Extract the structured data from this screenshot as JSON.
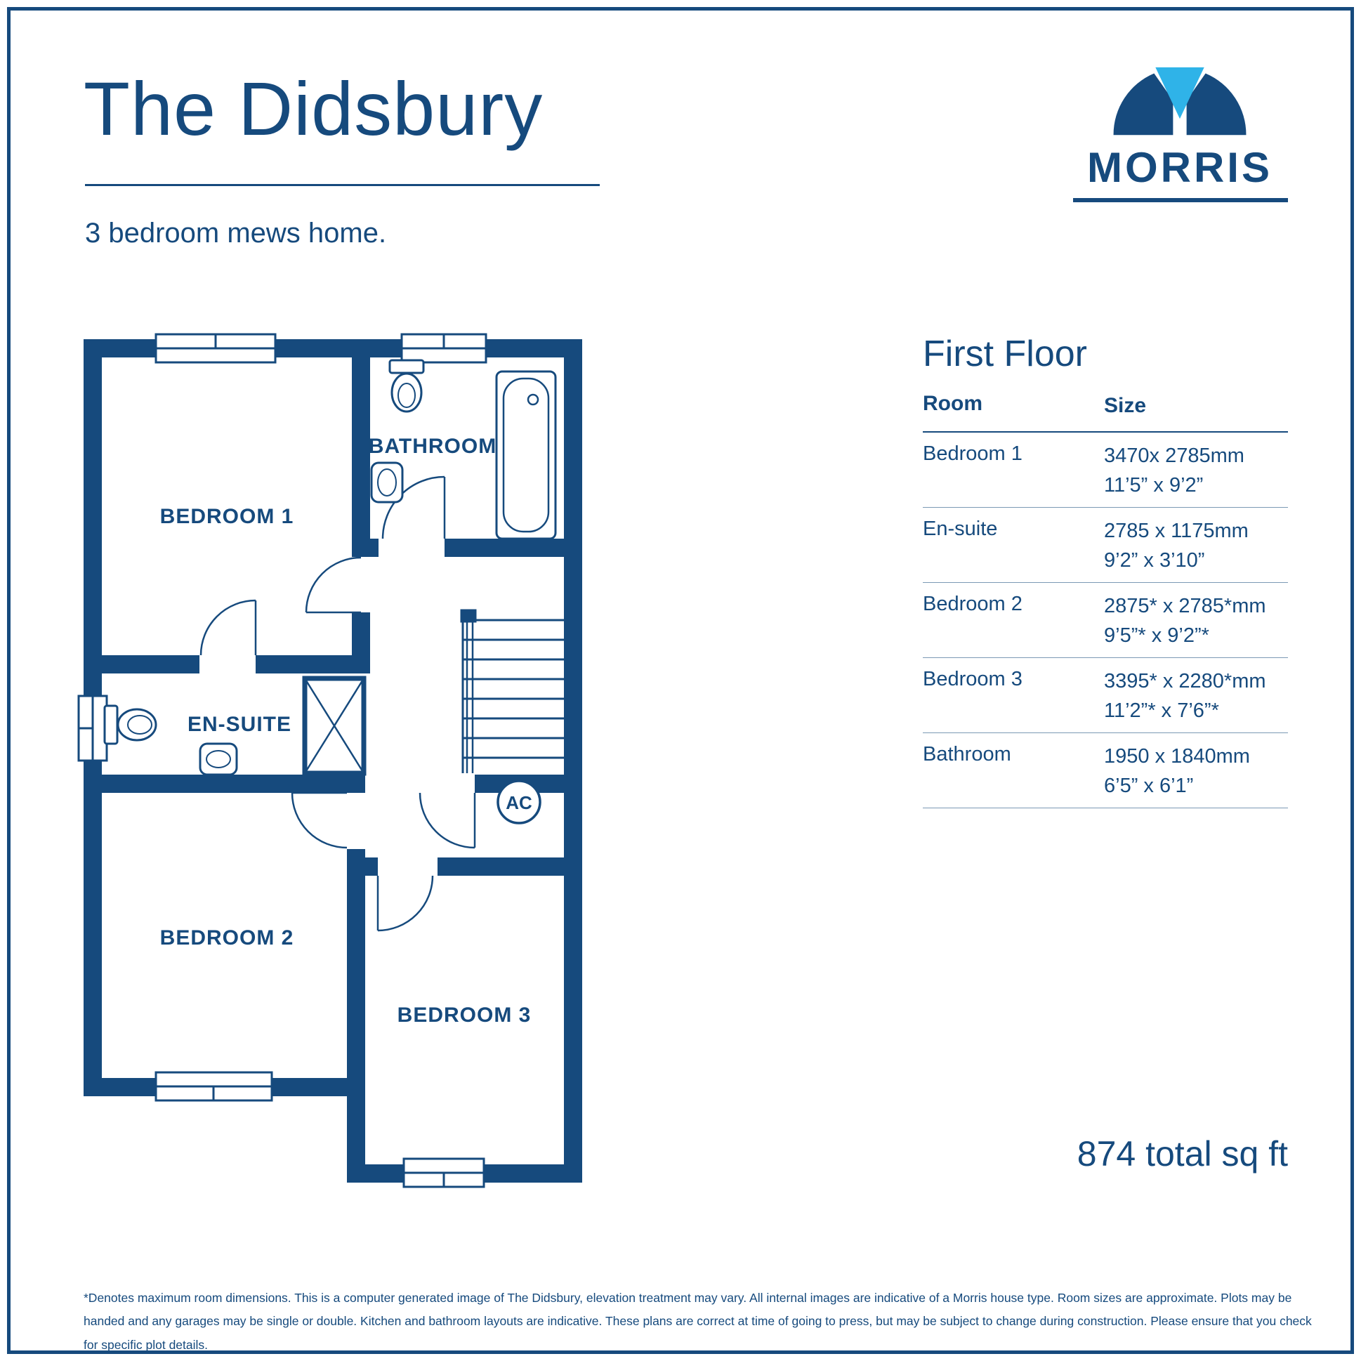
{
  "colors": {
    "navy": "#164a7d",
    "light_blue": "#2fb3e8"
  },
  "header": {
    "title": "The Didsbury",
    "subtitle": "3 bedroom mews home.",
    "brand": "MORRIS"
  },
  "floorplan": {
    "labels": {
      "bedroom1": "BEDROOM 1",
      "bathroom": "BATHROOM",
      "ensuite": "EN-SUITE",
      "bedroom2": "BEDROOM 2",
      "bedroom3": "BEDROOM 3",
      "airing_cupboard": "AC"
    }
  },
  "floor_table": {
    "heading": "First Floor",
    "columns": {
      "room": "Room",
      "size": "Size"
    },
    "rows": [
      {
        "room": "Bedroom 1",
        "size_mm": "3470x 2785mm",
        "size_imperial": "11’5” x 9’2”"
      },
      {
        "room": "En-suite",
        "size_mm": "2785 x 1175mm",
        "size_imperial": "9’2” x 3’10”"
      },
      {
        "room": "Bedroom 2",
        "size_mm": "2875* x 2785*mm",
        "size_imperial": "9’5”* x 9’2”*"
      },
      {
        "room": "Bedroom 3",
        "size_mm": "3395* x 2280*mm",
        "size_imperial": "11’2”* x 7’6”*"
      },
      {
        "room": "Bathroom",
        "size_mm": "1950 x 1840mm",
        "size_imperial": "6’5” x 6’1”"
      }
    ]
  },
  "footer": {
    "total_area": "874 total sq ft",
    "disclaimer": "*Denotes maximum room dimensions. This is a computer generated image of The Didsbury, elevation treatment may vary. All internal images are indicative of a Morris house type. Room sizes are approximate. Plots may be handed and any garages may be single or double. Kitchen and bathroom layouts are indicative. These plans are correct at time of going to press, but may be subject to change during construction. Please ensure that you check for specific plot details."
  }
}
